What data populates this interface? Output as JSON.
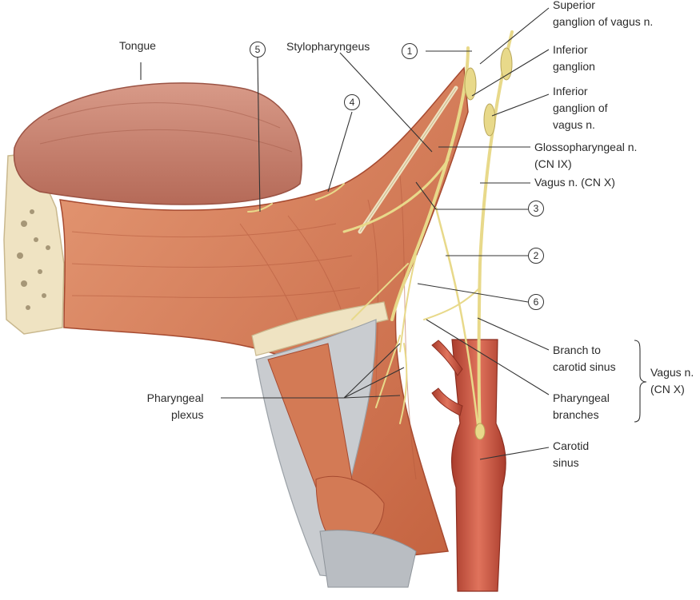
{
  "labels": {
    "tongue": "Tongue",
    "stylopharyngeus": "Stylopharyngeus",
    "superior_ganglion": [
      "Superior",
      "ganglion of vagus n."
    ],
    "inferior_ganglion": [
      "Inferior",
      "ganglion"
    ],
    "inferior_ganglion_vagus": [
      "Inferior",
      "ganglion of",
      "vagus n."
    ],
    "glossopharyngeal": [
      "Glossopharyngeal n.",
      "(CN IX)"
    ],
    "vagus": "Vagus n. (CN X)",
    "branch_carotid": [
      "Branch to",
      "carotid sinus"
    ],
    "pharyngeal_branches": [
      "Pharyngeal",
      "branches"
    ],
    "vagus_group": [
      "Vagus n.",
      "(CN X)"
    ],
    "carotid_sinus": [
      "Carotid",
      "sinus"
    ],
    "pharyngeal_plexus": [
      "Pharyngeal",
      "plexus"
    ]
  },
  "numbers": {
    "n1": "1",
    "n2": "2",
    "n3": "3",
    "n4": "4",
    "n5": "5",
    "n6": "6"
  },
  "colors": {
    "muscle": "#d9825f",
    "muscle_dark": "#b8583c",
    "nerve": "#e8d98a",
    "artery": "#c8503a",
    "cartilage": "#c9ccd0",
    "bone": "#efe3c2",
    "leader": "#333333"
  }
}
